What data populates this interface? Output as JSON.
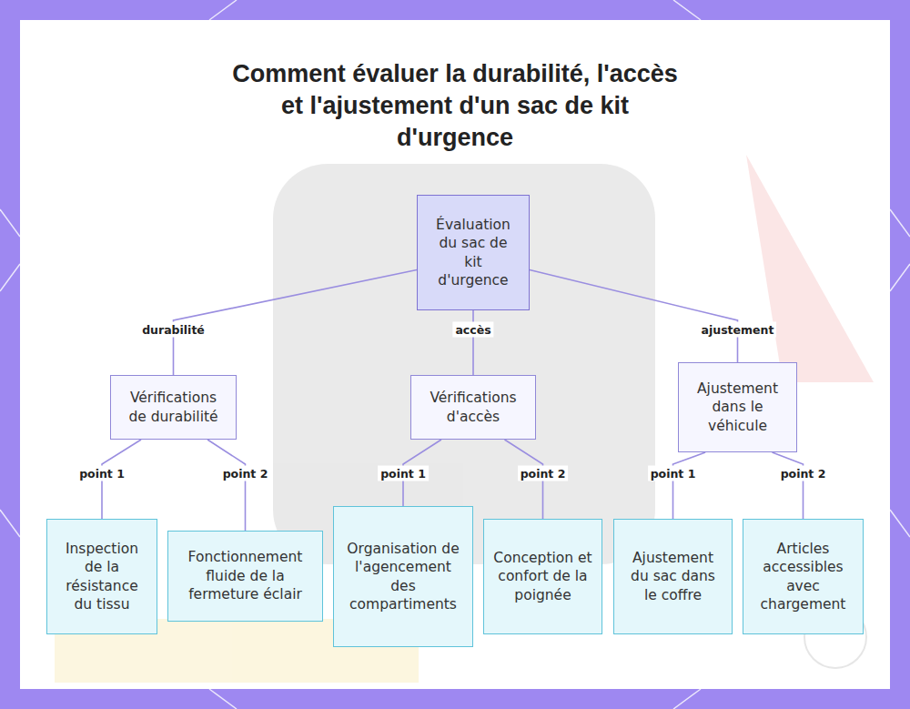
{
  "diagram": {
    "title": "Comment évaluer la durabilité, l'accès et l'ajustement d'un sac de kit d'urgence",
    "nodes": [
      {
        "text": [
          "Évaluation du sac de kit d'urgence"
        ]
      },
      {
        "text": [
          "Vérifications de durabilité"
        ]
      },
      {
        "text": [
          "Vérifications d'accès"
        ]
      },
      {
        "text": [
          "Ajustement dans le véhicule"
        ]
      },
      {
        "text": [
          "Inspection de la résistance du tissu"
        ]
      },
      {
        "text": [
          "Fonctionnement fluide de la fermeture éclair"
        ]
      },
      {
        "text": [
          "Organisation de l'agencement des compartiments"
        ]
      },
      {
        "text": [
          "Conception et confort de la poignée"
        ]
      },
      {
        "text": [
          "Ajustement du sac dans le coffre"
        ]
      },
      {
        "text": [
          "Articles accessibles avec chargement"
        ]
      }
    ],
    "edges": [
      {
        "from": 0,
        "to": 1,
        "label": "durabilité",
        "arrow": "none"
      },
      {
        "from": 0,
        "to": 2,
        "label": "accès",
        "arrow": "none"
      },
      {
        "from": 0,
        "to": 3,
        "label": "ajustement",
        "arrow": "none"
      },
      {
        "from": 1,
        "to": 4,
        "label": "point 1",
        "arrow": "none"
      },
      {
        "from": 1,
        "to": 5,
        "label": "point 2",
        "arrow": "none"
      },
      {
        "from": 2,
        "to": 6,
        "label": "point 1",
        "arrow": "none"
      },
      {
        "from": 2,
        "to": 7,
        "label": "point 2",
        "arrow": "none"
      },
      {
        "from": 3,
        "to": 8,
        "label": "point 1",
        "arrow": "none"
      },
      {
        "from": 3,
        "to": 9,
        "label": "point 2",
        "arrow": "none"
      }
    ]
  }
}
